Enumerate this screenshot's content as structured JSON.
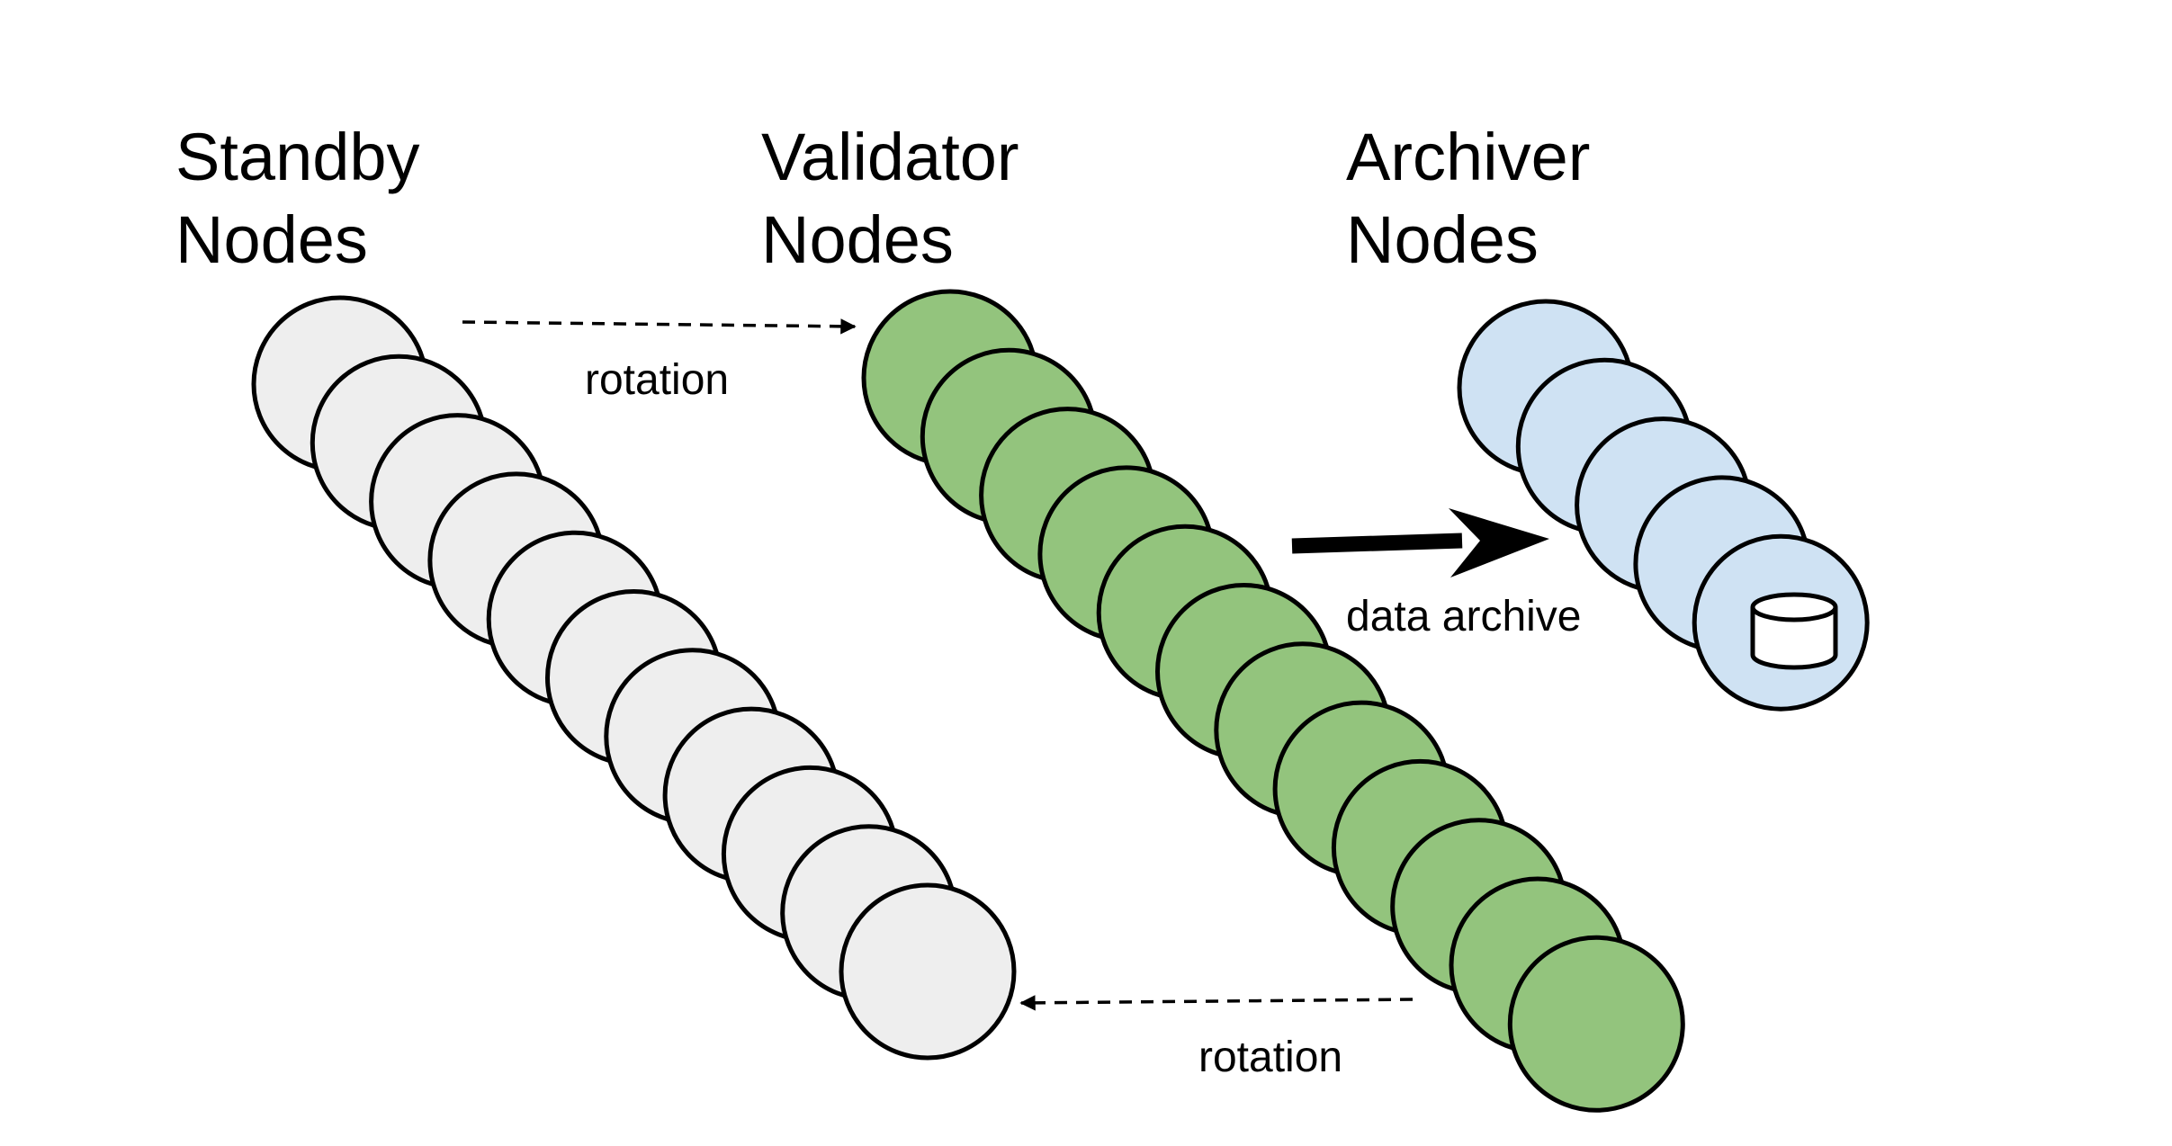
{
  "groups": [
    {
      "id": "standby",
      "title_line1": "Standby",
      "title_line2": "Nodes",
      "node_count": 11,
      "fill": "#eeeeee"
    },
    {
      "id": "validator",
      "title_line1": "Validator",
      "title_line2": "Nodes",
      "node_count": 12,
      "fill": "#93c47d"
    },
    {
      "id": "archiver",
      "title_line1": "Archiver",
      "title_line2": "Nodes",
      "node_count": 5,
      "fill": "#cfe2f3",
      "last_node_icon": "database-icon"
    }
  ],
  "edges": [
    {
      "id": "standby-to-validator",
      "label": "rotation",
      "style": "dashed"
    },
    {
      "id": "validator-to-archiver",
      "label": "data archive",
      "style": "solid-thick"
    },
    {
      "id": "validator-to-standby",
      "label": "rotation",
      "style": "dashed"
    }
  ],
  "colors": {
    "stroke": "#000000",
    "background": "#ffffff"
  }
}
